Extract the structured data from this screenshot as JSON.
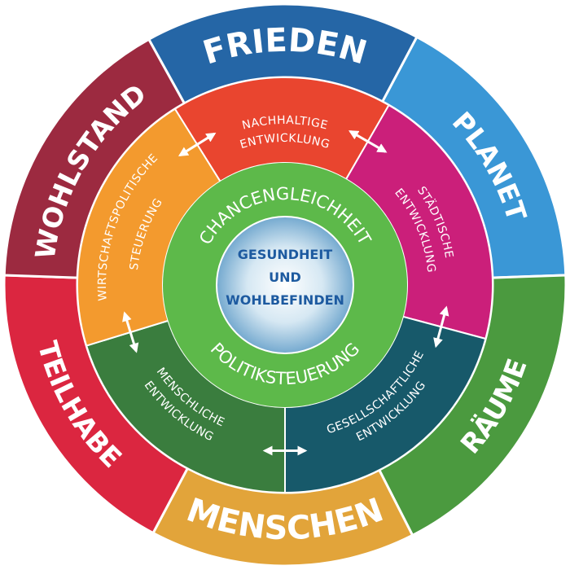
{
  "outer_ring": [
    {
      "id": "frieden",
      "label": "FRIEDEN",
      "color": "#2566a6"
    },
    {
      "id": "planet",
      "label": "PLANET",
      "color": "#3a97d6"
    },
    {
      "id": "raeume",
      "label": "RÄUME",
      "color": "#4b9a3f"
    },
    {
      "id": "menschen",
      "label": "MENSCHEN",
      "color": "#e2a43a"
    },
    {
      "id": "teilhabe",
      "label": "TEILHABE",
      "color": "#db2640"
    },
    {
      "id": "wohlstand",
      "label": "WOHLSTAND",
      "color": "#9c2a40"
    }
  ],
  "middle_ring": [
    {
      "id": "nachhaltige",
      "line1": "NACHHALTIGE",
      "line2": "ENTWICKLUNG",
      "color": "#e9452f"
    },
    {
      "id": "staedtische",
      "line1": "STÄDTISCHE",
      "line2": "ENTWICKLUNG",
      "color": "#cb1f7a"
    },
    {
      "id": "gesellschaftliche",
      "line1": "GESELLSCHAFTLICHE",
      "line2": "ENTWICKLUNG",
      "color": "#17596a"
    },
    {
      "id": "menschliche",
      "line1": "MENSCHLICHE",
      "line2": "ENTWICKLUNG",
      "color": "#3a7d3e"
    },
    {
      "id": "wirtschaftspolitische",
      "line1": "WIRTSCHAFTSPOLITISCHE",
      "line2": "STEUERUNG",
      "color": "#f39a2e"
    }
  ],
  "inner_ring": {
    "top": "CHANCENGLEICHHEIT",
    "bottom": "POLITIKSTEUERUNG",
    "color": "#5db94a"
  },
  "center": {
    "line1": "GESUNDHEIT",
    "line2": "UND",
    "line3": "WOHLBEFINDEN",
    "text_color": "#1d5aa0"
  }
}
